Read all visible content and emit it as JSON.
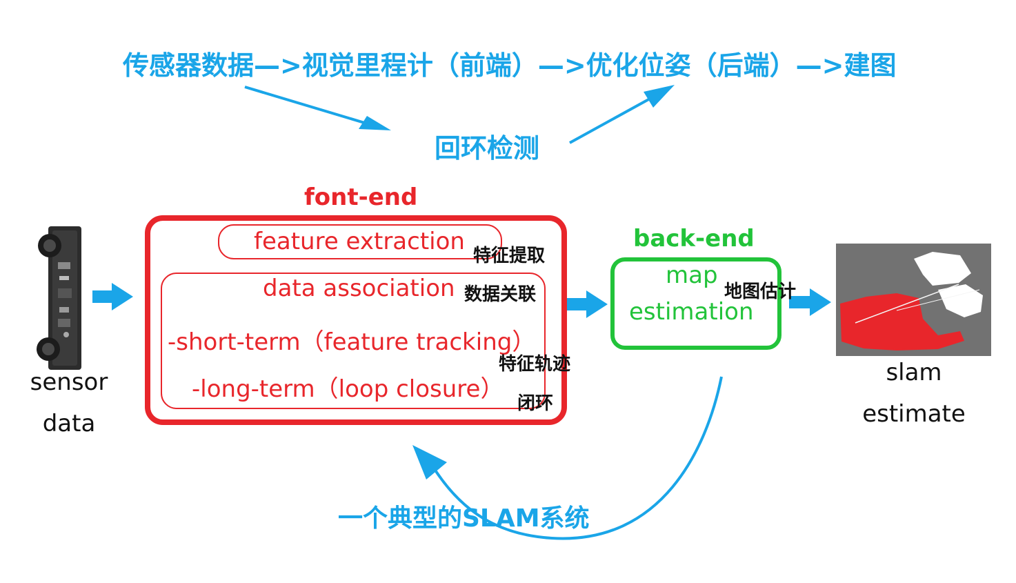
{
  "pipeline_title": "传感器数据—>视觉里程计（前端）—>优化位姿（后端）—>建图",
  "loop_detection": "回环检测",
  "front_end": {
    "heading": "font-end",
    "feature_extraction": "feature extraction",
    "feature_extraction_cn": "特征提取",
    "data_association": "data association",
    "data_association_cn": "数据关联",
    "short_term": "-short-term（feature tracking）",
    "short_term_cn": "特征轨迹",
    "long_term": "-long-term（loop closure）",
    "long_term_cn": "闭环"
  },
  "back_end": {
    "heading": "back-end",
    "map_line1": "map",
    "map_line2": "estimation",
    "map_cn": "地图估计"
  },
  "sensor": {
    "line1": "sensor",
    "line2": "data"
  },
  "output": {
    "line1": "slam",
    "line2": "estimate"
  },
  "caption": "一个典型的SLAM系统",
  "colors": {
    "blue": "#1aa5e8",
    "red": "#e8262b",
    "green": "#22c33a"
  }
}
